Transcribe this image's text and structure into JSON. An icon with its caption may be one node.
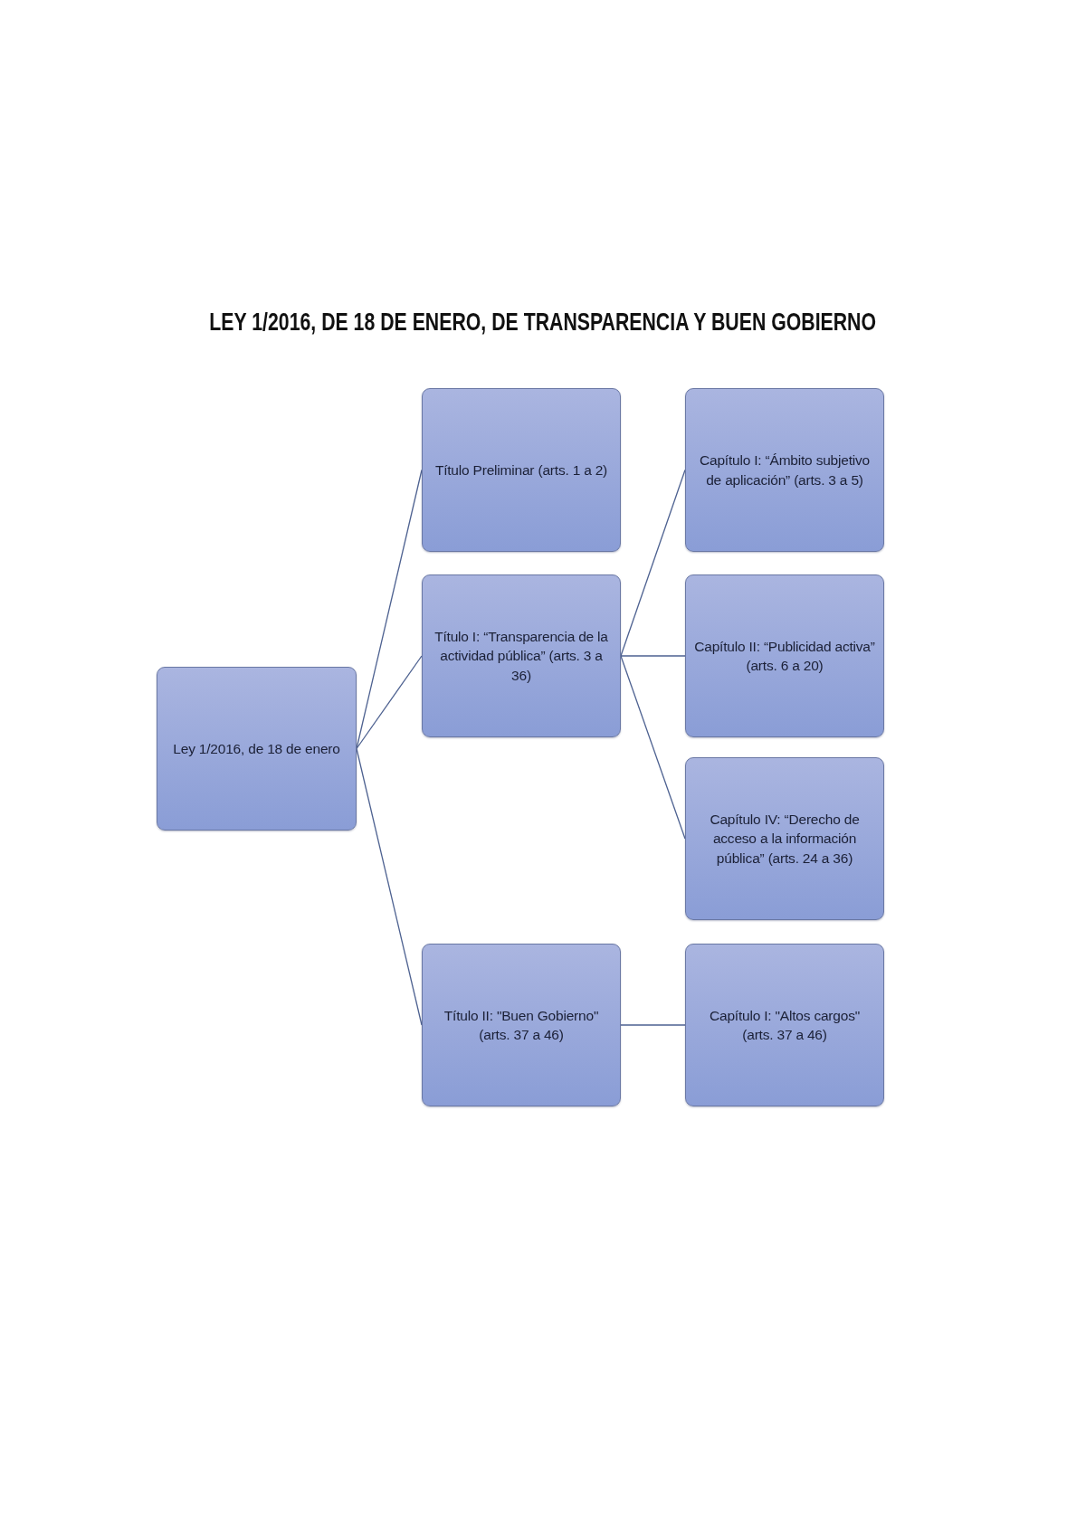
{
  "diagram": {
    "title": "LEY 1/2016, DE 18 DE ENERO, DE TRANSPARENCIA Y BUEN GOBIERNO",
    "nodes": [
      {
        "text": [
          "Ley 1/2016, de 18 de enero"
        ]
      },
      {
        "text": [
          "Título Preliminar (arts. 1 a 2)"
        ]
      },
      {
        "text": [
          "Título I: “Transparencia de la actividad pública” (arts. 3 a 36)"
        ]
      },
      {
        "text": [
          "Título II: \"Buen Gobierno\" (arts. 37 a 46)"
        ]
      },
      {
        "text": [
          "Capítulo I: “Ámbito subjetivo de aplicación” (arts. 3 a 5)"
        ]
      },
      {
        "text": [
          "Capítulo II: “Publicidad activa” (arts. 6 a 20)"
        ]
      },
      {
        "text": [
          "Capítulo IV: “Derecho de acceso a la información pública” (arts. 24 a 36)"
        ]
      },
      {
        "text": [
          "Capítulo I: \"Altos cargos\" (arts. 37 a 46)"
        ]
      }
    ],
    "edges": [
      {
        "from": 0,
        "to": 1,
        "arrow": "none"
      },
      {
        "from": 0,
        "to": 2,
        "arrow": "none"
      },
      {
        "from": 0,
        "to": 3,
        "arrow": "none"
      },
      {
        "from": 2,
        "to": 4,
        "arrow": "none"
      },
      {
        "from": 2,
        "to": 5,
        "arrow": "none"
      },
      {
        "from": 2,
        "to": 6,
        "arrow": "none"
      },
      {
        "from": 3,
        "to": 7,
        "arrow": "none"
      }
    ]
  }
}
